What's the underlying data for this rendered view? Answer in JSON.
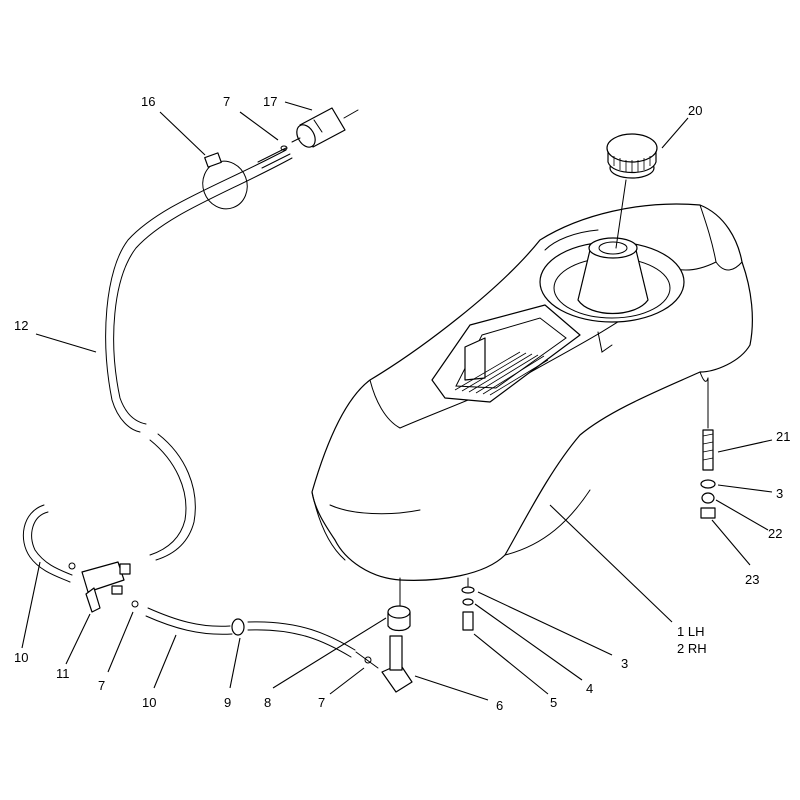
{
  "callouts": {
    "c16": "16",
    "c7a": "7",
    "c17": "17",
    "c20": "20",
    "c12": "12",
    "c21": "21",
    "c3a": "3",
    "c22": "22",
    "c23": "23",
    "c1lh": "1 LH",
    "c2rh": "2 RH",
    "c10a": "10",
    "c11": "11",
    "c7b": "7",
    "c10b": "10",
    "c9": "9",
    "c8": "8",
    "c7c": "7",
    "c6": "6",
    "c5": "5",
    "c4": "4",
    "c3b": "3"
  }
}
